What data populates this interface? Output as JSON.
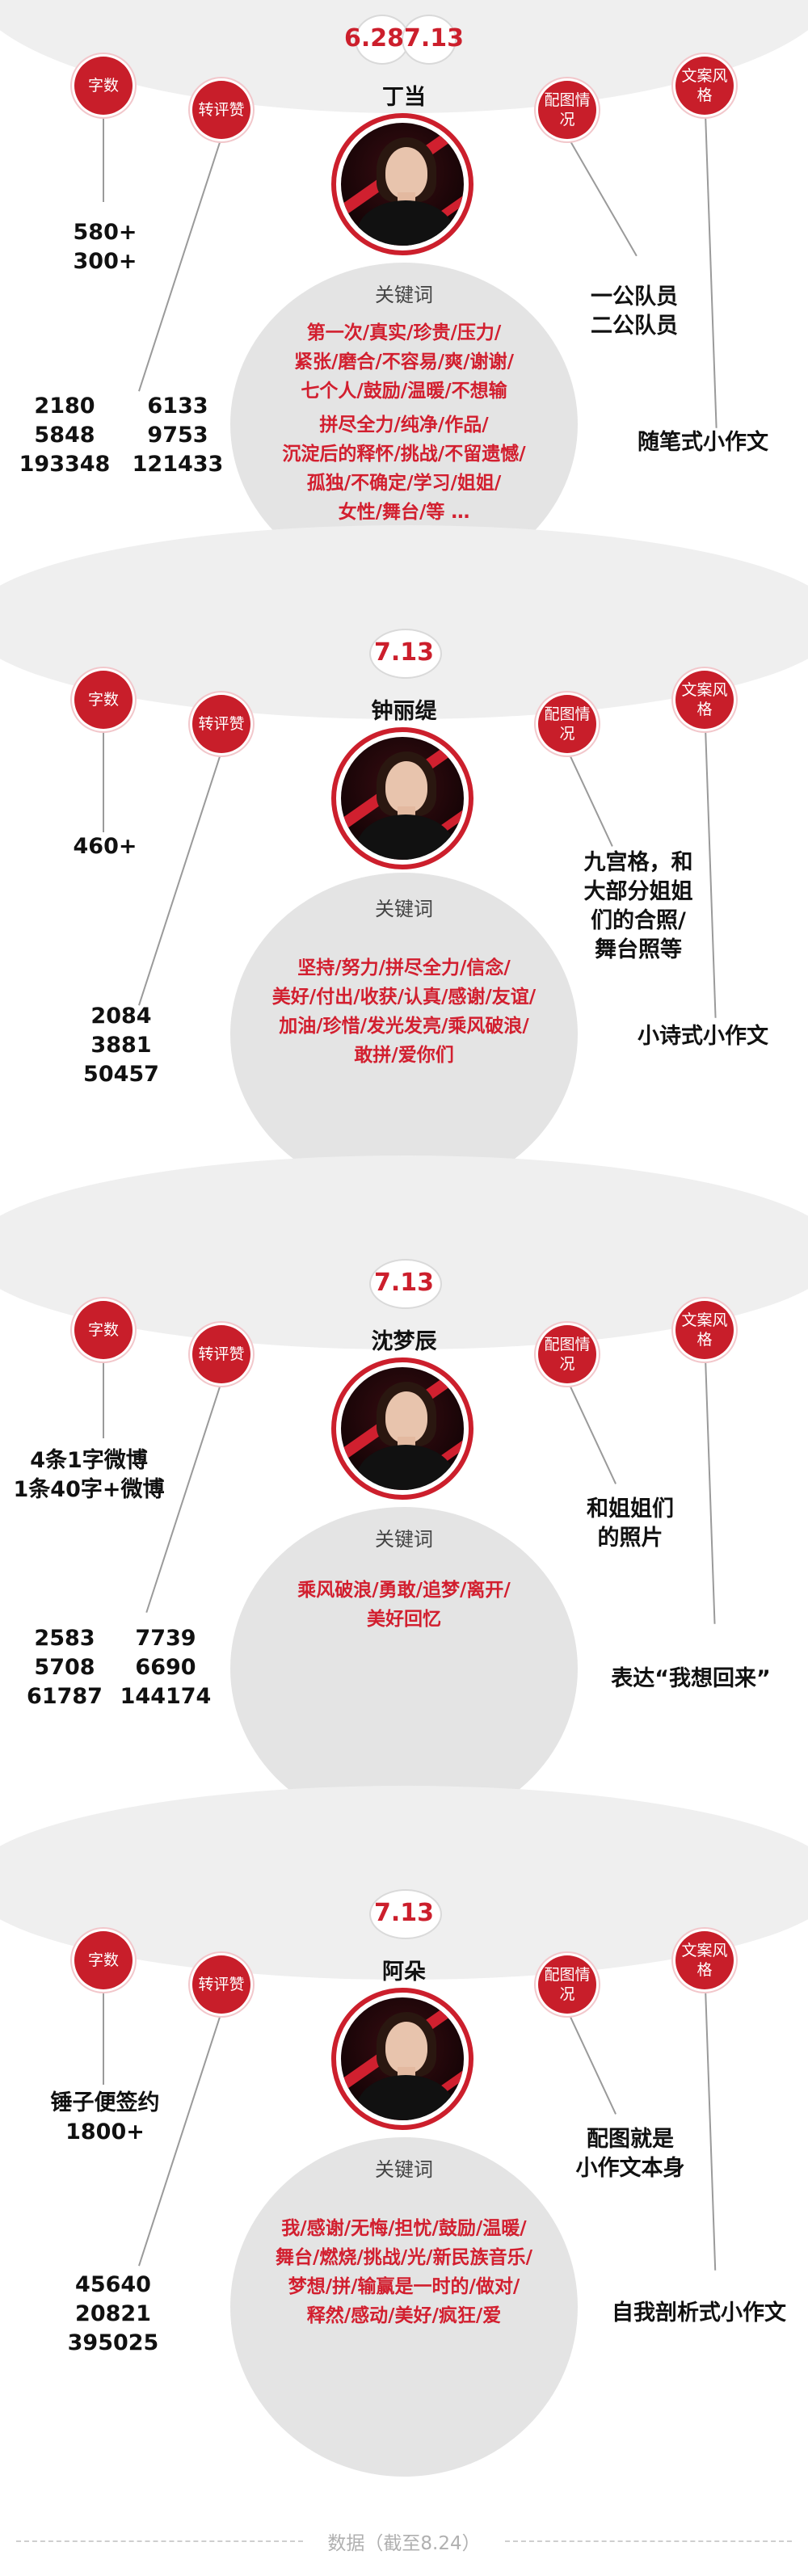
{
  "sections": [
    {
      "date": "6.287.13",
      "name": "丁当",
      "labels": {
        "chars": "字数",
        "reposts": "转评赞",
        "images": "配图情况",
        "style": "文案风格"
      },
      "chars": [
        "580+",
        "300+"
      ],
      "stats_left": [
        "2180",
        "5848",
        "193348"
      ],
      "stats_right": [
        "6133",
        "9753",
        "121433"
      ],
      "images": [
        "一公队员",
        "二公队员"
      ],
      "style": "随笔式小作文",
      "kw_title": "关键词",
      "kw1": [
        "第一次/真实/珍贵/压力/",
        "紧张/磨合/不容易/爽/谢谢/",
        "七个人/鼓励/温暖/不想输"
      ],
      "kw2": [
        "拼尽全力/纯净/作品/",
        "沉淀后的释怀/挑战/不留遗憾/",
        "孤独/不确定/学习/姐姐/",
        "女性/舞台/等 …"
      ]
    },
    {
      "date": "7.13",
      "name": "钟丽缇",
      "labels": {
        "chars": "字数",
        "reposts": "转评赞",
        "images": "配图情况",
        "style": "文案风格"
      },
      "chars": [
        "460+"
      ],
      "stats": [
        "2084",
        "3881",
        "50457"
      ],
      "images": [
        "九宫格，和",
        "大部分姐姐",
        "们的合照/",
        "舞台照等"
      ],
      "style": "小诗式小作文",
      "kw_title": "关键词",
      "kw1": [
        "坚持/努力/拼尽全力/信念/",
        "美好/付出/收获/认真/感谢/友谊/",
        "加油/珍惜/发光发亮/乘风破浪/",
        "敢拼/爱你们"
      ]
    },
    {
      "date": "7.13",
      "name": "沈梦辰",
      "labels": {
        "chars": "字数",
        "reposts": "转评赞",
        "images": "配图情况",
        "style": "文案风格"
      },
      "chars": [
        "4条1字微博",
        "1条40字+微博"
      ],
      "stats_left": [
        "2583",
        "5708",
        "61787"
      ],
      "stats_right": [
        "7739",
        "6690",
        "144174"
      ],
      "images": [
        "和姐姐们",
        "的照片"
      ],
      "style": "表达“我想回来”",
      "kw_title": "关键词",
      "kw1": [
        "乘风破浪/勇敢/追梦/离开/",
        "美好回忆"
      ]
    },
    {
      "date": "7.13",
      "name": "阿朵",
      "labels": {
        "chars": "字数",
        "reposts": "转评赞",
        "images": "配图情况",
        "style": "文案风格"
      },
      "chars": [
        "锤子便签约",
        "1800+"
      ],
      "stats": [
        "45640",
        "20821",
        "395025"
      ],
      "images": [
        "配图就是",
        "小作文本身"
      ],
      "style": "自我剖析式小作文",
      "kw_title": "关键词",
      "kw1": [
        "我/感谢/无悔/担忧/鼓励/温暖/",
        "舞台/燃烧/挑战/光/新民族音乐/",
        "梦想/拼/输赢是一时的/做对/",
        "释然/感动/美好/疯狂/爱"
      ]
    }
  ],
  "footer": "数据（截至8.24）",
  "colors": {
    "accent": "#cc1f2c",
    "keyword": "#d21f2f"
  }
}
